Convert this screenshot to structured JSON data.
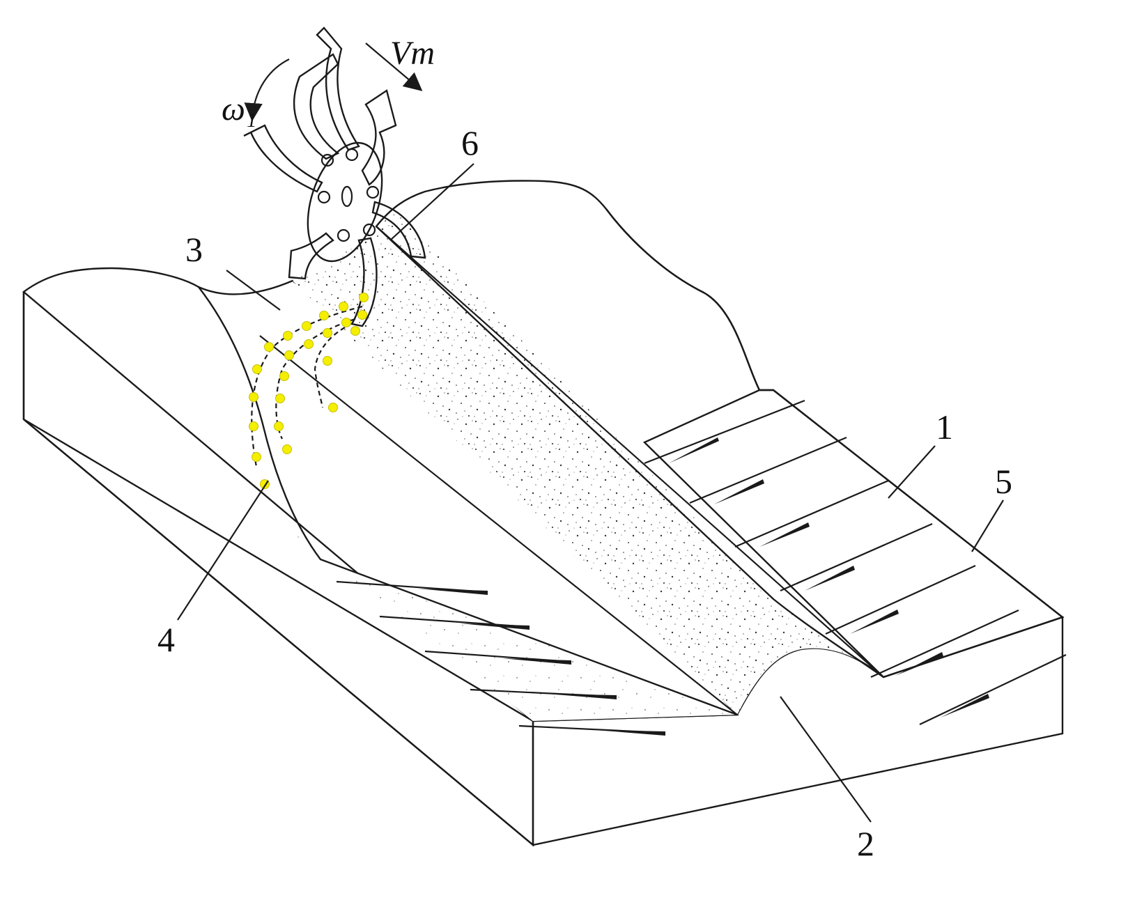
{
  "diagram": {
    "labels": {
      "seed_belt": "1",
      "furrow": "2",
      "blade_trajectory": "3",
      "soil_particle": "4",
      "seedbed": "5",
      "rotary_blade": "6",
      "forward_speed": "Vm",
      "angular_speed": "ω₁"
    },
    "colors": {
      "soil_particles": "#f4ee00",
      "lines": "#1a1a1a",
      "background": "#ffffff"
    }
  }
}
